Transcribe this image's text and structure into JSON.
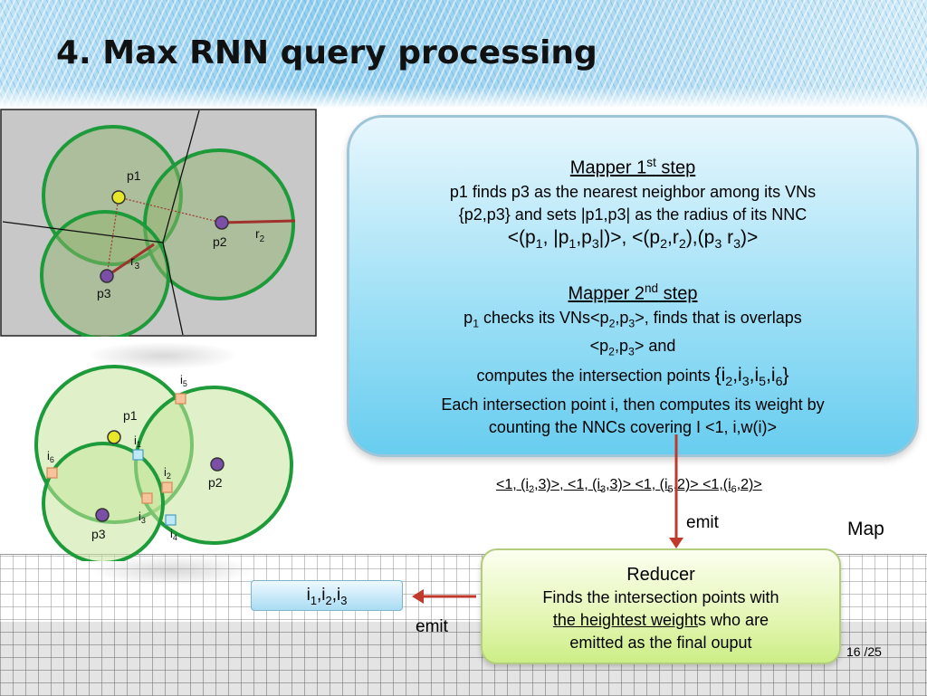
{
  "title": "4. Max RNN query processing",
  "diagram_top": {
    "p1": "p1",
    "p2": "p2",
    "p3": "p3",
    "r2": "r",
    "r2_sub": "2",
    "r3": "r",
    "r3_sub": "3"
  },
  "diagram_bottom": {
    "p1": "p1",
    "p2": "p2",
    "p3": "p3",
    "i1": "i",
    "i1_sub": "1",
    "i2": "i",
    "i2_sub": "2",
    "i3": "i",
    "i3_sub": "3",
    "i4": "i",
    "i4_sub": "4",
    "i5": "i",
    "i5_sub": "5",
    "i6": "i",
    "i6_sub": "6"
  },
  "mapper": {
    "step1_heading": "Mapper 1",
    "step1_heading_sup": "st",
    "step1_heading_tail": " step",
    "step1_line1": "p1 finds p3 as the nearest neighbor among its VNs",
    "step1_line2": "{p2,p3} and sets |p1,p3| as the radius of its NNC",
    "step1_line3": {
      "t1": "<(p",
      "s1": "1",
      "t2": ", |p",
      "s2": "1",
      "t3": ",p",
      "s3": "3",
      "t4": "|)>, <(p",
      "s4": "2",
      "t5": ",r",
      "s5": "2",
      "t6": "),(p",
      "s6": "3",
      "t7": " r",
      "s7": "3",
      "t8": ")>"
    },
    "step2_heading": "Mapper 2",
    "step2_heading_sup": "nd",
    "step2_heading_tail": " step",
    "step2_line1": {
      "t1": "p",
      "s1": "1",
      "t2": " checks its VNs<p",
      "s2": "2",
      "t3": ",p",
      "s3": "3",
      "t4": ">, finds that is overlaps"
    },
    "step2_line2": {
      "t1": "<p",
      "s1": "2",
      "t2": ",p",
      "s2": "3",
      "t3": "> and"
    },
    "step2_line3": {
      "t1": "computes the intersection points ",
      "t2": "{i",
      "s2": "2",
      "t3": ",i",
      "s3": "3",
      "t4": ",i",
      "s4": "5",
      "t5": ",i",
      "s5": "6",
      "t6": "}"
    },
    "step2_line4": "Each intersection point i, then computes its weight by",
    "step2_line5": "counting the NNCs covering I <1, i,w(i)>"
  },
  "emitted_pairs": {
    "t1": "<1, (i",
    "s1": "2",
    "t2": ",3)>, <1, (i",
    "s2": "3",
    "t3": ",3)> <1, (i",
    "s3": "5",
    "t4": ",2)> <1,(i",
    "s4": "6",
    "t5": ",2)>"
  },
  "emit_label_map": "emit",
  "map_label": "Map",
  "reducer": {
    "heading": "Reducer",
    "line1": "Finds the intersection points with",
    "line2_underlined": "the heightest weight",
    "line2_tail": "s who are",
    "line3": "emitted as the final ouput"
  },
  "result": {
    "t1": "i",
    "s1": "1",
    "t2": ",i",
    "s2": "2",
    "t3": ",i",
    "s3": "3"
  },
  "emit_label_reduce": "emit",
  "page": {
    "current": "16",
    "total": "/25"
  },
  "colors": {
    "circle_stroke": "#1d9a3a",
    "circle_fill_top": "#8fb46e",
    "circle_fill_bottom": "#c6e59d",
    "point_purple": "#7b4fa8",
    "point_yellow": "#e6e62a",
    "radius_line": "#a0322e",
    "arrow": "#c0392b"
  }
}
